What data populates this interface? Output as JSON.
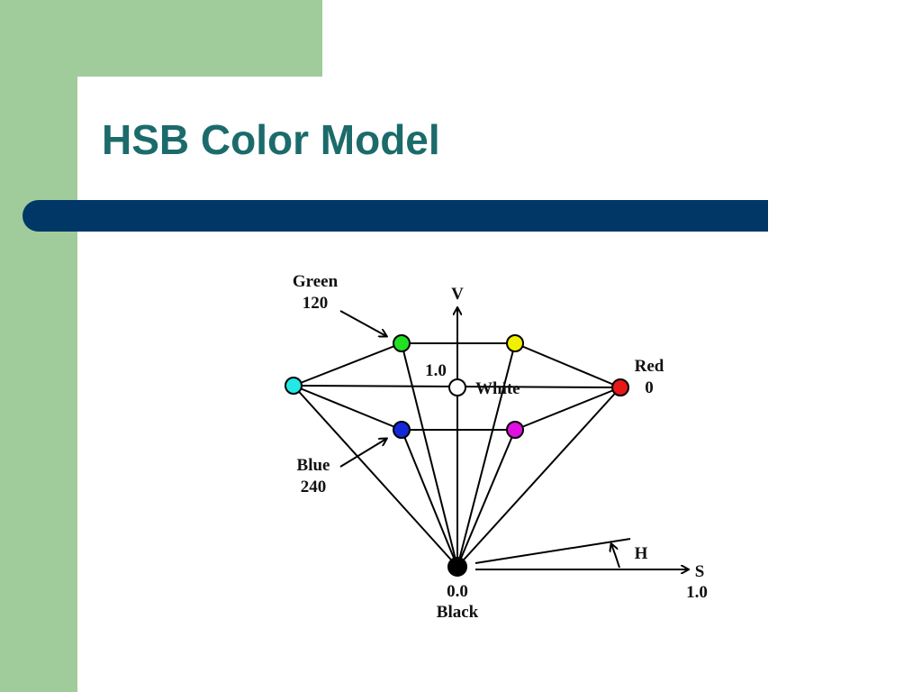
{
  "slide": {
    "title": "HSB Color Model",
    "colors": {
      "side_panel": "#9fcc9a",
      "title_text": "#1b6b6b",
      "title_bar": "#003767"
    }
  },
  "diagram": {
    "labels": {
      "green": "Green",
      "green_value": "120",
      "v_axis": "V",
      "top_value": "1.0",
      "white": "White",
      "red": "Red",
      "red_value": "0",
      "blue": "Blue",
      "blue_value": "240",
      "h_label": "H",
      "s_axis": "S",
      "s_value": "1.0",
      "bottom_value": "0.0",
      "black": "Black"
    },
    "vertex_colors": {
      "green": "#22e022",
      "yellow": "#f0f000",
      "red": "#e81818",
      "magenta": "#e010e0",
      "blue": "#1428d8",
      "cyan": "#22e8e8",
      "white": "#ffffff",
      "black": "#000000"
    }
  }
}
